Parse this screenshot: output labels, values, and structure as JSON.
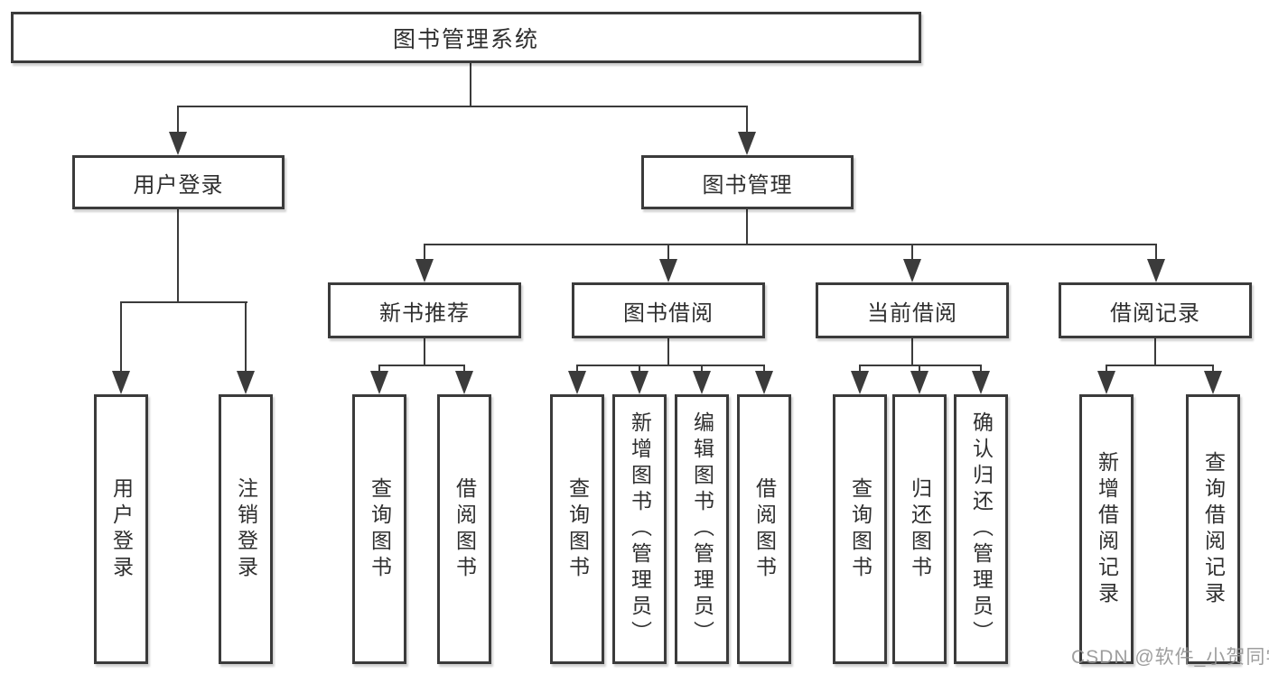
{
  "diagram_title": "图书管理系统",
  "tree": {
    "label": "图书管理系统",
    "children": [
      {
        "label": "用户登录",
        "children": [
          {
            "label": "用户登录"
          },
          {
            "label": "注销登录"
          }
        ]
      },
      {
        "label": "图书管理",
        "children": [
          {
            "label": "新书推荐",
            "children": [
              {
                "label": "查询图书"
              },
              {
                "label": "借阅图书"
              }
            ]
          },
          {
            "label": "图书借阅",
            "children": [
              {
                "label": "查询图书"
              },
              {
                "label": "新增图书（管理员）"
              },
              {
                "label": "编辑图书（管理员）"
              },
              {
                "label": "借阅图书"
              }
            ]
          },
          {
            "label": "当前借阅",
            "children": [
              {
                "label": "查询图书"
              },
              {
                "label": "归还图书"
              },
              {
                "label": "确认归还（管理员）"
              }
            ]
          },
          {
            "label": "借阅记录",
            "children": [
              {
                "label": "新增借阅记录"
              },
              {
                "label": "查询借阅记录"
              }
            ]
          }
        ]
      }
    ]
  },
  "watermark": {
    "text": "CSDN @软件_小贺同学"
  },
  "colors": {
    "line": "#3b3b3b",
    "text": "#2f2f2f",
    "background": "#ffffff",
    "watermark": "#949494"
  }
}
